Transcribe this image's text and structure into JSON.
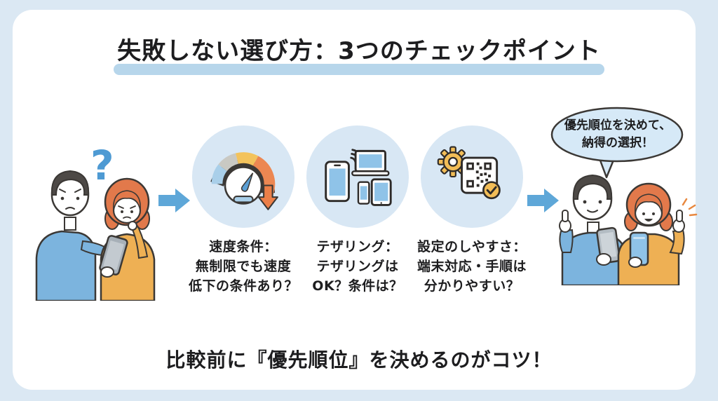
{
  "title": "失敗しない選び方：3つのチェックポイント",
  "intro_scene": {
    "name": "confused-couple-looking-at-phone",
    "question_mark": "?"
  },
  "checkpoints": [
    {
      "icon": "speedometer-slowdown-icon",
      "lines": [
        "速度条件：",
        "無制限でも速度",
        "低下の条件あり？"
      ]
    },
    {
      "icon": "tethering-devices-icon",
      "lines": [
        "テザリング：",
        "テザリングは",
        "OK？条件は？"
      ]
    },
    {
      "icon": "settings-qr-check-icon",
      "lines": [
        "設定のしやすさ：",
        "端末対応・手順は",
        "分かりやすい？"
      ]
    }
  ],
  "outro_scene": {
    "name": "happy-couple-thumbs-up",
    "bubble_line1": "優先順位を決めて、",
    "bubble_line2": "納得の選択！"
  },
  "footer": "比較前に『優先順位』を決めるのがコツ！",
  "colors": {
    "background": "#dbe8f3",
    "card": "#ffffff",
    "title_underline": "#b7d6eb",
    "circle_bg": "#d8e7f4",
    "arrow_blue": "#5ea7d8",
    "bubble_bg": "#d6e9f7",
    "outline_dark": "#3b3835",
    "shirt_blue": "#7cb4de",
    "shirt_yellow": "#eeb054",
    "hair_dark": "#4d4946",
    "hair_orange": "#e2794b",
    "gauge_blue": "#a9cfe9",
    "gauge_gray": "#c9c9c3",
    "gauge_yellow": "#f3c35c",
    "gauge_orange": "#ec7f48",
    "device_screen_blue": "#8fc3e8",
    "gear_yellow": "#f2bd57"
  }
}
